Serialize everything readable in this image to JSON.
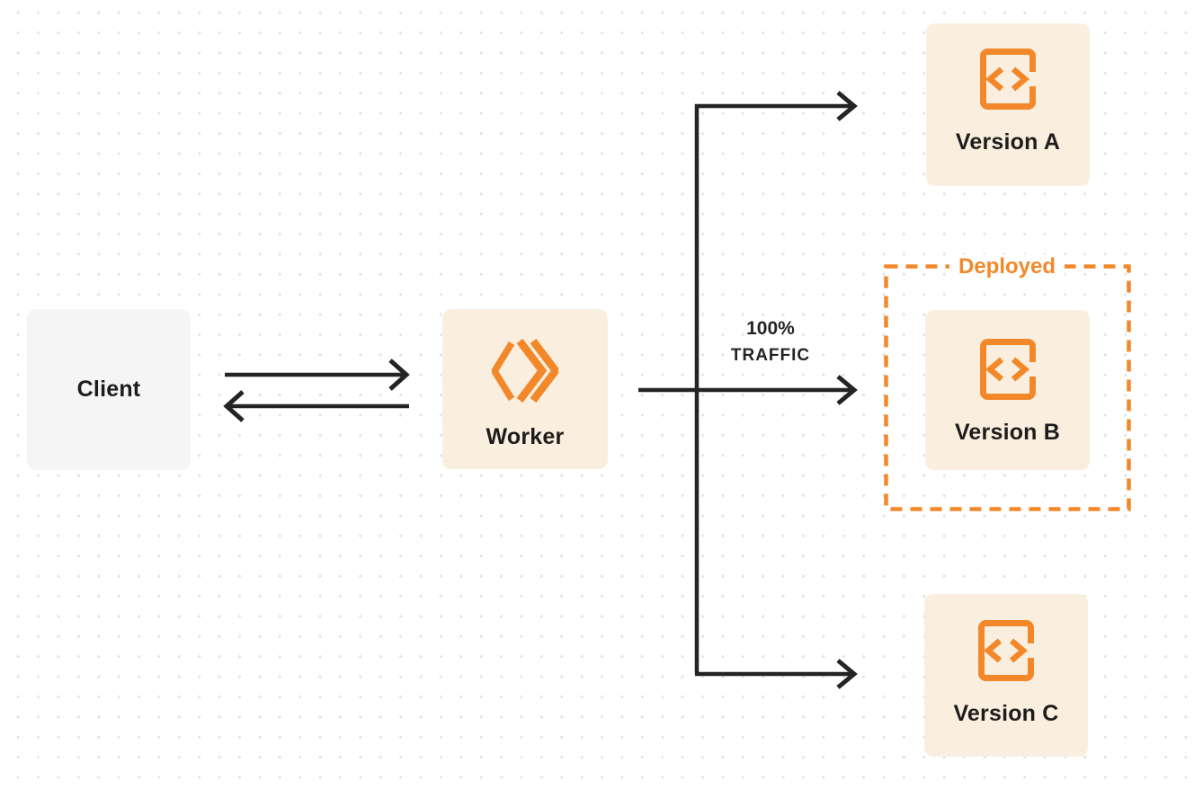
{
  "colors": {
    "accent_orange": "#F2882A",
    "box_cream": "#FAEFDF",
    "box_gray": "#F5F5F6",
    "line_dark": "#242424",
    "text_dark": "#1E1D1B",
    "dot_gray": "#E3E3E3",
    "background": "#FFFFFF"
  },
  "nodes": {
    "client": {
      "label": "Client"
    },
    "worker": {
      "label": "Worker"
    },
    "version_a": {
      "label": "Version A"
    },
    "version_b": {
      "label": "Version B"
    },
    "version_c": {
      "label": "Version C"
    }
  },
  "annotations": {
    "deployed_label": "Deployed",
    "traffic_line1": "100%",
    "traffic_line2": "TRAFFIC"
  },
  "icons": {
    "worker": "workers-logo-icon",
    "versions": "code-file-icon"
  }
}
